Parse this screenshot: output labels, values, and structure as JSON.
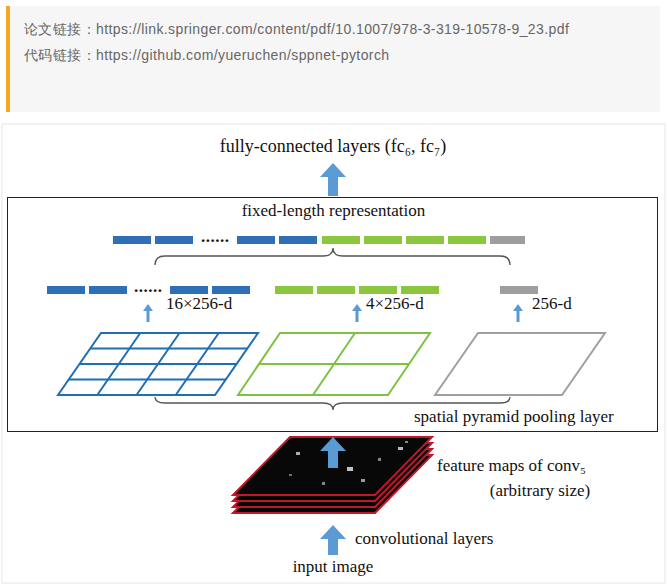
{
  "diagram": {
    "nodes": [
      {
        "text": [
          "论文链接：https://link.springer.com/content/pdf/10.1007/978-3-319-10578-9_23.pdf",
          "代码链接：https://github.com/yueruchen/sppnet-pytorch"
        ]
      },
      {
        "text": [
          "fixed-length representation",
          "spatial pyramid pooling layer"
        ]
      }
    ],
    "labels": [
      "fully-connected layers (fc₆, fc₇)",
      "......",
      "......",
      "16×256-d",
      "4×256-d",
      "256-d",
      "feature maps of conv₅",
      "(arbitrary size)",
      "convolutional layers",
      "input image"
    ]
  }
}
